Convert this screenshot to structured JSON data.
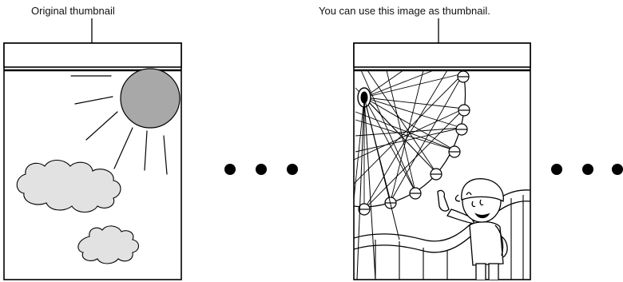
{
  "captions": {
    "original": "Original thumbnail",
    "usable": "You can use this image as thumbnail."
  },
  "colors": {
    "ink": "#000000",
    "cloud_fill": "#e2e2e2",
    "sun_fill": "#a8a8a8",
    "background": "#ffffff"
  },
  "icons": [
    "sun-icon",
    "cloud-icon",
    "ferris-wheel-icon",
    "boy-icon",
    "ellipsis-dots"
  ]
}
